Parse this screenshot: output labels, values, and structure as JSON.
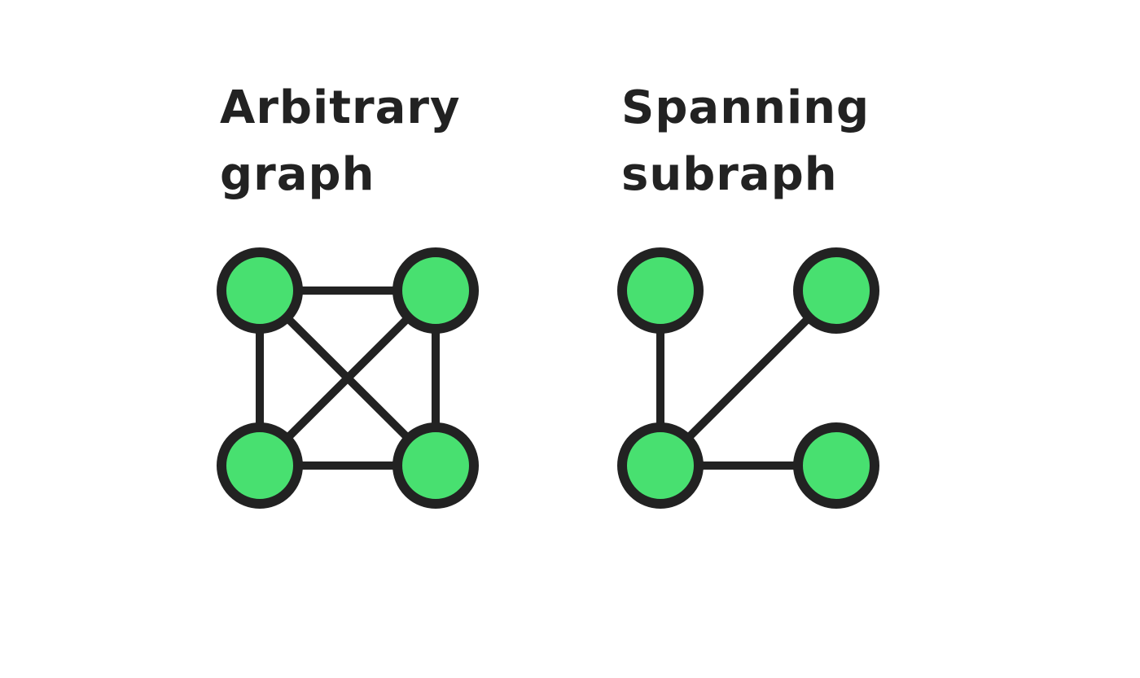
{
  "colors": {
    "node_fill": "#48e070",
    "stroke": "#222222"
  },
  "graphs": [
    {
      "title_lines": [
        "Arbitrary",
        "graph"
      ],
      "nodes": [
        "top-left",
        "top-right",
        "bottom-left",
        "bottom-right"
      ],
      "edges": [
        [
          "top-left",
          "top-right"
        ],
        [
          "top-left",
          "bottom-left"
        ],
        [
          "top-right",
          "bottom-right"
        ],
        [
          "bottom-left",
          "bottom-right"
        ],
        [
          "top-left",
          "bottom-right"
        ],
        [
          "top-right",
          "bottom-left"
        ]
      ]
    },
    {
      "title_lines": [
        "Spanning",
        "subraph"
      ],
      "nodes": [
        "top-left",
        "top-right",
        "bottom-left",
        "bottom-right"
      ],
      "edges": [
        [
          "top-left",
          "bottom-left"
        ],
        [
          "top-right",
          "bottom-left"
        ],
        [
          "bottom-left",
          "bottom-right"
        ]
      ]
    }
  ]
}
